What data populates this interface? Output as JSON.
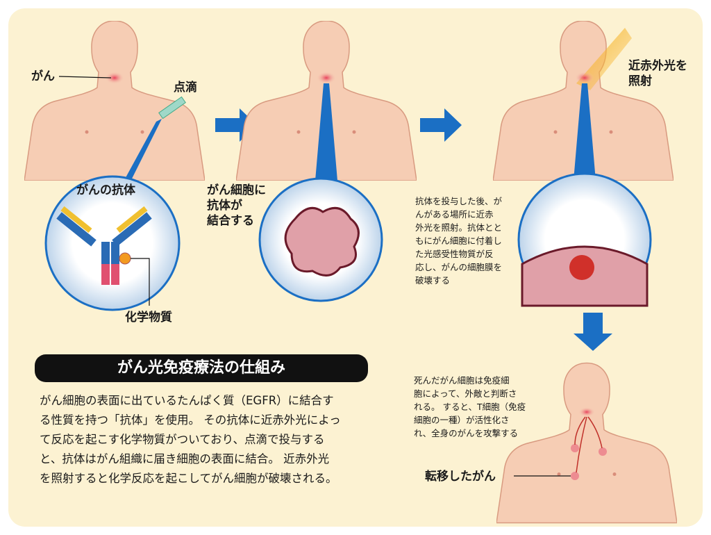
{
  "labels": {
    "cancer": "がん",
    "drip": "点滴",
    "antibody": "がんの抗体",
    "chemical": "化学物質",
    "binding": [
      "がん細胞に",
      "抗体が",
      "結合する"
    ],
    "nir": [
      "近赤外光を",
      "照射"
    ],
    "metastasis": "転移したがん"
  },
  "step3_text": [
    "抗体を投与した後、が",
    "んがある場所に近赤",
    "外光を照射。抗体とと",
    "もにがん細胞に付着し",
    "た光感受性物質が反",
    "応し、がんの細胞膜を",
    "破壊する"
  ],
  "step4_text": [
    "死んだがん細胞は免疫細",
    "胞によって、外敵と判断さ",
    "れる。 すると、T細胞（免疫",
    "細胞の一種）が活性化さ",
    "れ、全身のがんを攻撃する"
  ],
  "title": "がん光免疫療法の仕組み",
  "description": [
    "がん細胞の表面に出ているたんぱく質（EGFR）に結合す",
    "る性質を持つ「抗体」を使用。 その抗体に近赤外光によっ",
    "て反応を起こす化学物質がついており、点滴で投与する",
    "と、抗体はがん組織に届き細胞の表面に結合。 近赤外光",
    "を照射すると化学反応を起こしてがん細胞が破壊される。"
  ],
  "colors": {
    "panel": "#fcf2d2",
    "skin": "#f6cdb4",
    "arrow": "#1b6fc4",
    "cancer": "#e8607a"
  }
}
